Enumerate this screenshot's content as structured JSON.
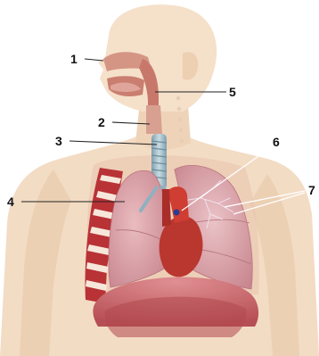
{
  "labels": [
    {
      "id": "1",
      "text": "1"
    },
    {
      "id": "2",
      "text": "2"
    },
    {
      "id": "3",
      "text": "3"
    },
    {
      "id": "4",
      "text": "4"
    },
    {
      "id": "5",
      "text": "5"
    },
    {
      "id": "6",
      "text": "6"
    },
    {
      "id": "7",
      "text": "7"
    }
  ],
  "colors": {
    "skin": "#f3dcc4",
    "skin_shadow": "#e8c9a9",
    "lung": "#dca3a8",
    "lung_dark": "#c98790",
    "rib": "#b83236",
    "rib_light": "#f6e7da",
    "heart": "#b9372f",
    "trachea": "#9cb7c4",
    "airway": "#cf8a7a",
    "diaphragm": "#c86a6e"
  }
}
